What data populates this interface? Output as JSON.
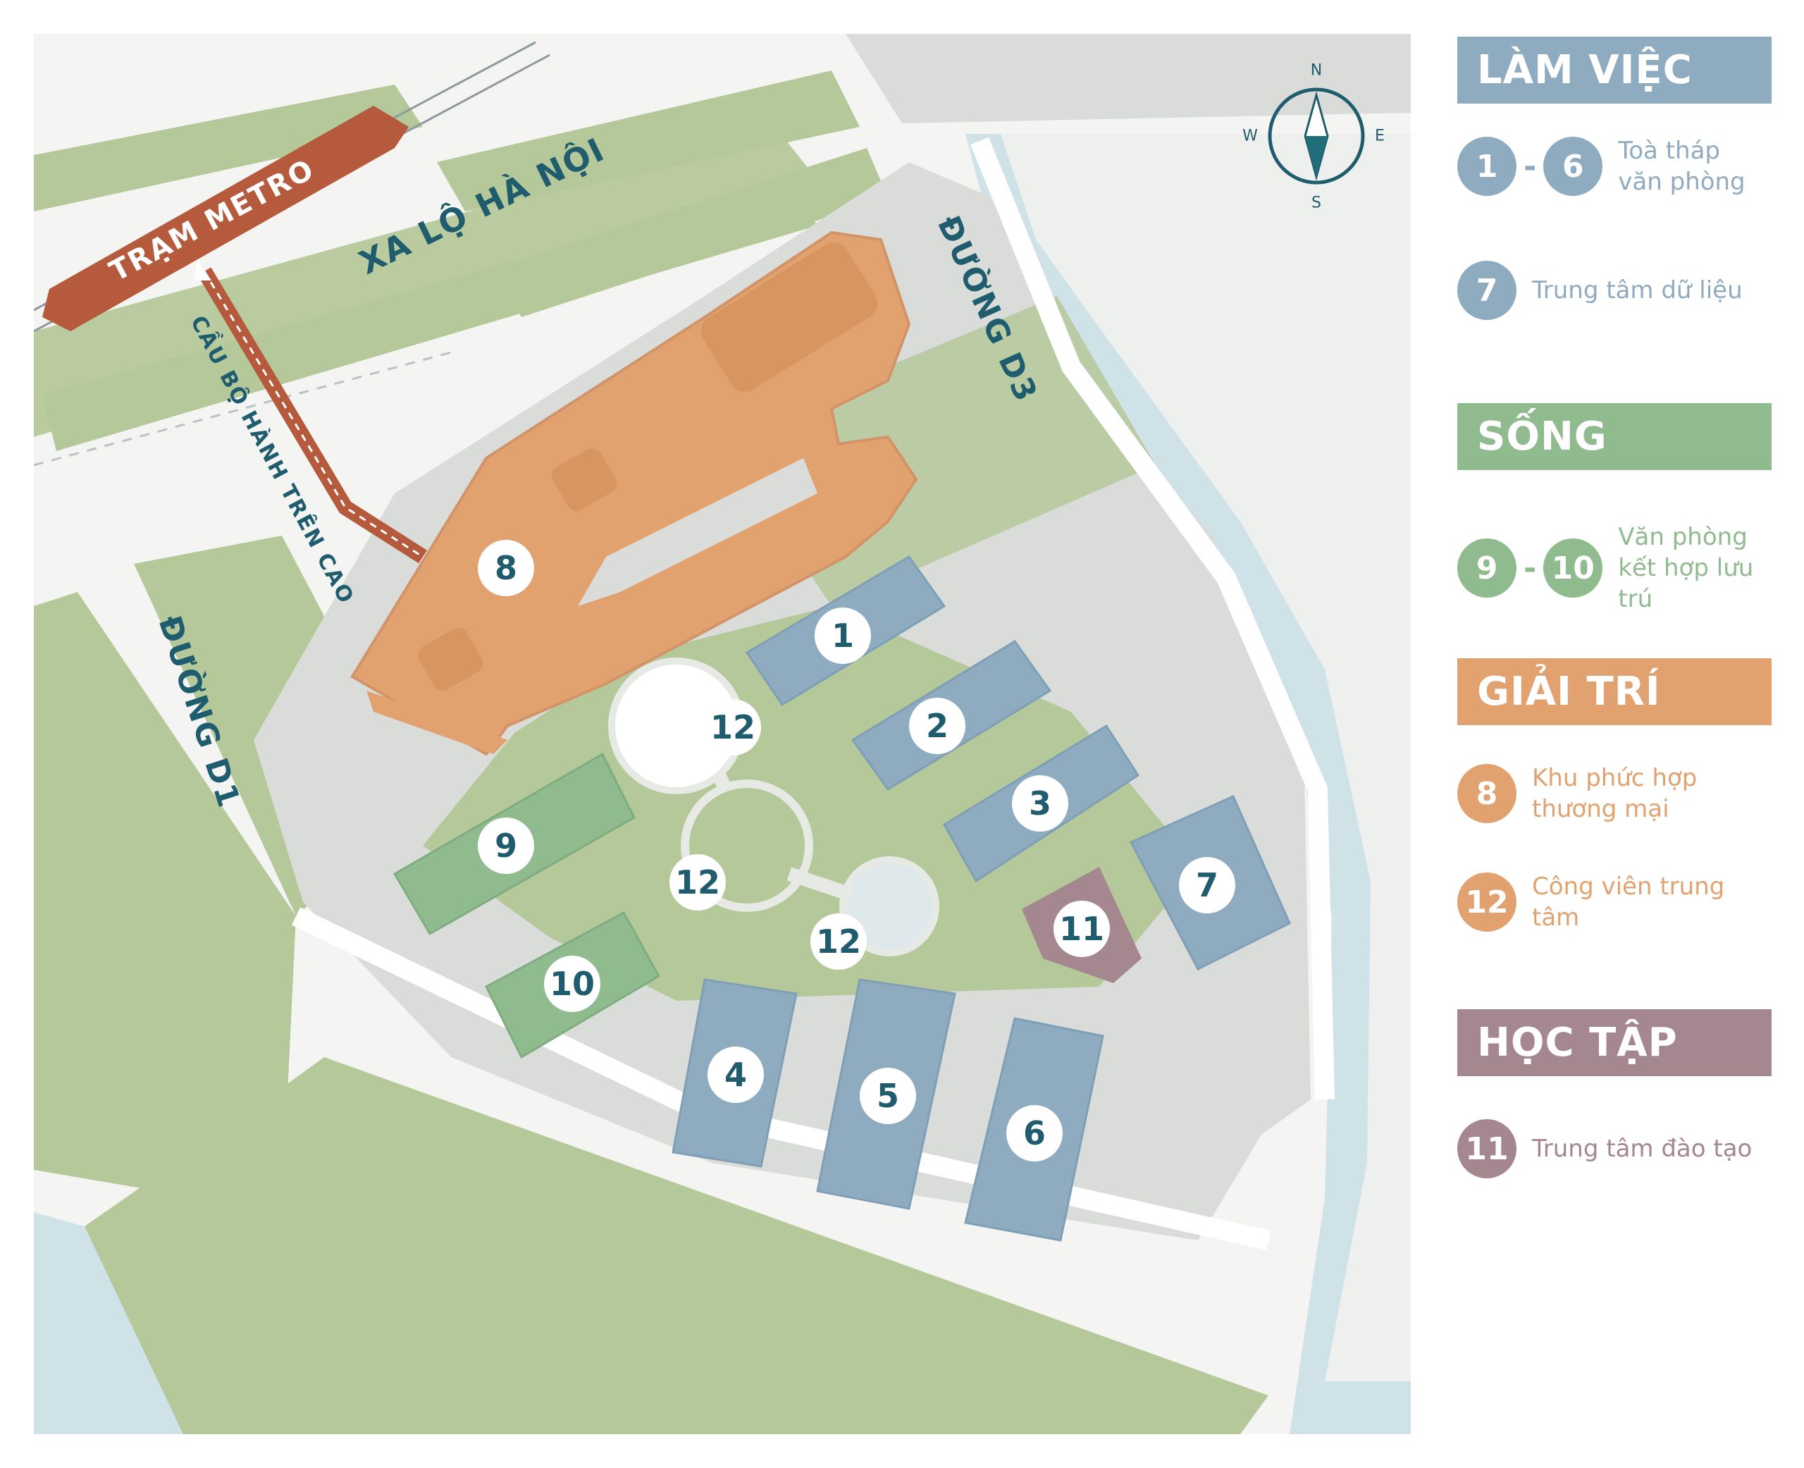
{
  "map": {
    "labels": {
      "metro_station": "TRẠM METRO",
      "skybridge": "CẦU BỘ HÀNH TRÊN CAO",
      "highway": "XA LỘ HÀ NỘI",
      "road_d3": "ĐƯỜNG D3",
      "road_d1": "ĐƯỜNG D1"
    },
    "compass": {
      "n": "N",
      "s": "S",
      "e": "E",
      "w": "W"
    },
    "markers": {
      "m1": "1",
      "m2": "2",
      "m3": "3",
      "m4": "4",
      "m5": "5",
      "m6": "6",
      "m7": "7",
      "m8": "8",
      "m9": "9",
      "m10": "10",
      "m11": "11",
      "m12a": "12",
      "m12b": "12",
      "m12c": "12"
    }
  },
  "legend": {
    "working": {
      "header": "LÀM VIỆC",
      "color": "#8eabc0",
      "items": [
        {
          "from": "1",
          "dash": "-",
          "to": "6",
          "label": "Toà tháp văn phòng"
        },
        {
          "num": "7",
          "label": "Trung tâm dữ liệu"
        }
      ]
    },
    "living": {
      "header": "SỐNG",
      "color": "#8fbb8e",
      "items": [
        {
          "from": "9",
          "dash": "-",
          "to": "10",
          "label": "Văn phòng kết hợp lưu trú"
        }
      ]
    },
    "entertainment": {
      "header": "GIẢI TRÍ",
      "color": "#e1a270",
      "items": [
        {
          "num": "8",
          "label": "Khu phức hợp thương mại"
        },
        {
          "num": "12",
          "label": "Công viên trung tâm"
        }
      ]
    },
    "learning": {
      "header": "HỌC TẬP",
      "color": "#a5878f",
      "items": [
        {
          "num": "11",
          "label": "Trung tâm đào tạo"
        }
      ]
    }
  },
  "colors": {
    "grass": "#b5c89a",
    "road": "#ffffff",
    "plaza": "#d9dcd8",
    "water": "#cfe2e8",
    "metro": "#b55a3c",
    "text": "#1f5c6e"
  }
}
